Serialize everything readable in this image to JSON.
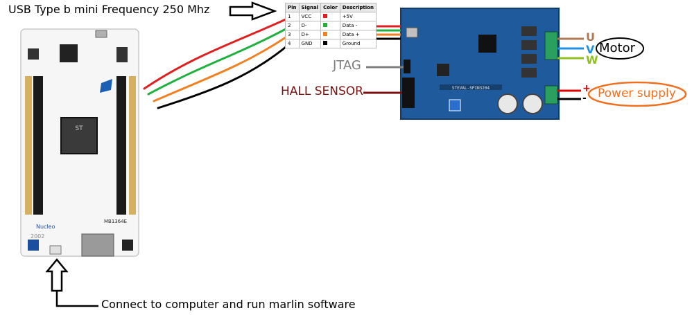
{
  "labels": {
    "title": "USB Type b mini Frequency 250 Mhz",
    "connect": "Connect to computer and run marlin software",
    "jtag": "JTAG",
    "hall": "HALL SENSOR",
    "power": "Power supply",
    "motor": "Motor",
    "u": "U",
    "v": "V",
    "w": "W",
    "plus": "+",
    "minus": "-"
  },
  "board_labels": {
    "nucleo_name": "Nucleo",
    "nucleo_model": "MB1364E",
    "nucleo_number": "2002",
    "evb_name": "STEVAL-SPIN3204"
  },
  "pin_table": {
    "headers": [
      "Pin",
      "Signal",
      "Color",
      "Description"
    ],
    "rows": [
      {
        "pin": "1",
        "signal": "VCC",
        "color": "#e02020",
        "description": "+5V"
      },
      {
        "pin": "2",
        "signal": "D-",
        "color": "#20b040",
        "description": "Data -"
      },
      {
        "pin": "3",
        "signal": "D+",
        "color": "#f08020",
        "description": "Data +"
      },
      {
        "pin": "4",
        "signal": "GND",
        "color": "#000000",
        "description": "Ground"
      }
    ]
  },
  "colors": {
    "jtag_wire": "#808080",
    "hall_wire": "#7a1010",
    "power_outline": "#f07020",
    "u_wire": "#b07850",
    "v_wire": "#2090e0",
    "w_wire": "#90c020",
    "plus_wire": "#e00000",
    "minus_wire": "#000000",
    "board_blue": "#1e5a9c"
  }
}
